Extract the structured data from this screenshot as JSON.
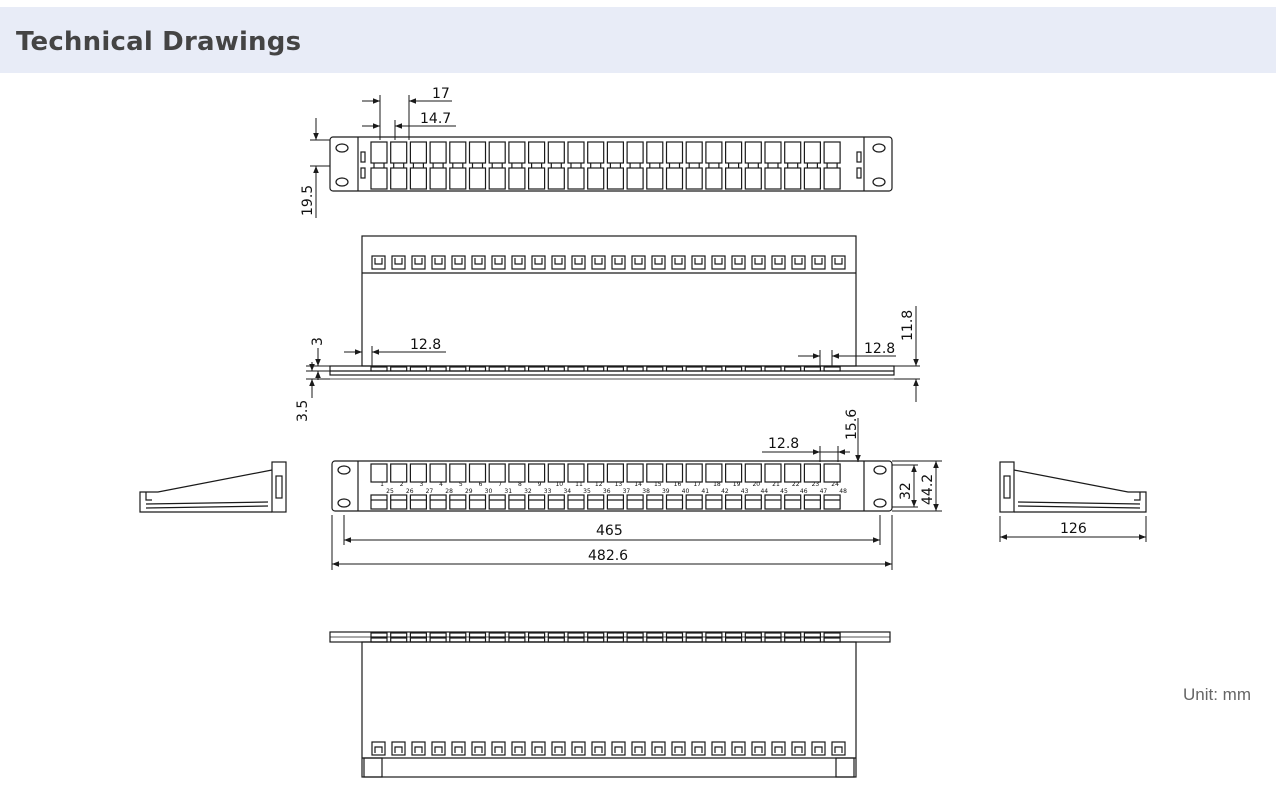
{
  "header": {
    "title": "Technical Drawings"
  },
  "unit_note": "Unit: mm",
  "colors": {
    "header_bg": "#e8ecf7",
    "line": "#1a1a1a",
    "title": "#444444"
  },
  "dimensions": {
    "top_port_pitch": "17",
    "top_port_width": "14.7",
    "top_panel_height": "19.5",
    "side_flange_thickness": "3",
    "side_base_thickness": "3.5",
    "side_left_offset": "12.8",
    "side_right_offset": "12.8",
    "side_right_height": "11.8",
    "front_right_offset": "12.8",
    "front_port_depth": "15.6",
    "front_inner_height": "32",
    "front_outer_height": "44.2",
    "front_hole_spacing": "465",
    "front_total_width": "482.6",
    "bracket_depth": "126"
  },
  "port_numbers": {
    "top_row": [
      "1",
      "2",
      "3",
      "4",
      "5",
      "6",
      "7",
      "8",
      "9",
      "10",
      "11",
      "12",
      "13",
      "14",
      "15",
      "16",
      "17",
      "18",
      "19",
      "20",
      "21",
      "22",
      "23",
      "24"
    ],
    "bottom_row": [
      "25",
      "26",
      "27",
      "28",
      "29",
      "30",
      "31",
      "32",
      "33",
      "34",
      "35",
      "36",
      "37",
      "38",
      "39",
      "40",
      "41",
      "42",
      "43",
      "44",
      "45",
      "46",
      "47",
      "48"
    ]
  }
}
